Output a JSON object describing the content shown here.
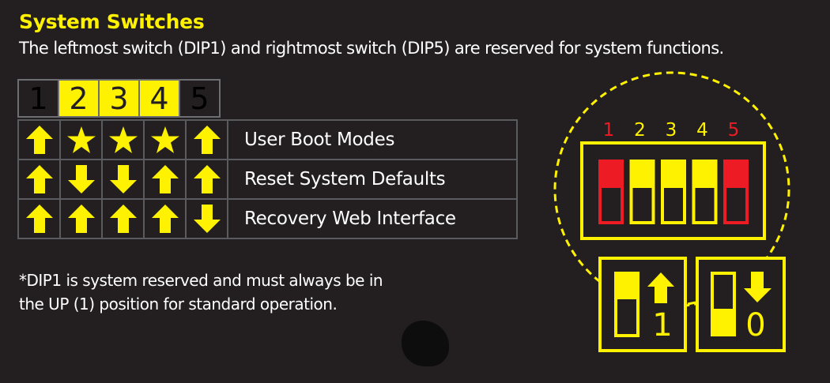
{
  "header": {
    "title": "System Switches",
    "subtitle": "The leftmost switch (DIP1) and rightmost switch (DIP5) are reserved for system functions."
  },
  "colors": {
    "background": "#231f20",
    "accent_yellow": "#fff200",
    "system_red": "#ed1c24",
    "text_white": "#ffffff",
    "grid_gray": "#5a5b5e"
  },
  "table": {
    "columns": [
      {
        "label": "1",
        "type": "system"
      },
      {
        "label": "2",
        "type": "user"
      },
      {
        "label": "3",
        "type": "user"
      },
      {
        "label": "4",
        "type": "user"
      },
      {
        "label": "5",
        "type": "system"
      }
    ],
    "rows": [
      {
        "label": "User Boot Modes",
        "switches": [
          "up-arrow-icon",
          "star-icon",
          "star-icon",
          "star-icon",
          "up-arrow-icon"
        ]
      },
      {
        "label": "Reset System Defaults",
        "switches": [
          "up-arrow-icon",
          "down-arrow-icon",
          "down-arrow-icon",
          "up-arrow-icon",
          "up-arrow-icon"
        ]
      },
      {
        "label": "Recovery Web Interface",
        "switches": [
          "up-arrow-icon",
          "up-arrow-icon",
          "up-arrow-icon",
          "up-arrow-icon",
          "down-arrow-icon"
        ]
      }
    ]
  },
  "note": {
    "line1": "*DIP1 is system reserved and must always be in",
    "line2": "the UP (1) position for standard operation."
  },
  "diagram": {
    "switch_labels": [
      "1",
      "2",
      "3",
      "4",
      "5"
    ],
    "switch_types": [
      "system",
      "user",
      "user",
      "user",
      "system"
    ],
    "legend": [
      {
        "state": "up",
        "value": "1"
      },
      {
        "state": "down",
        "value": "0"
      }
    ]
  }
}
